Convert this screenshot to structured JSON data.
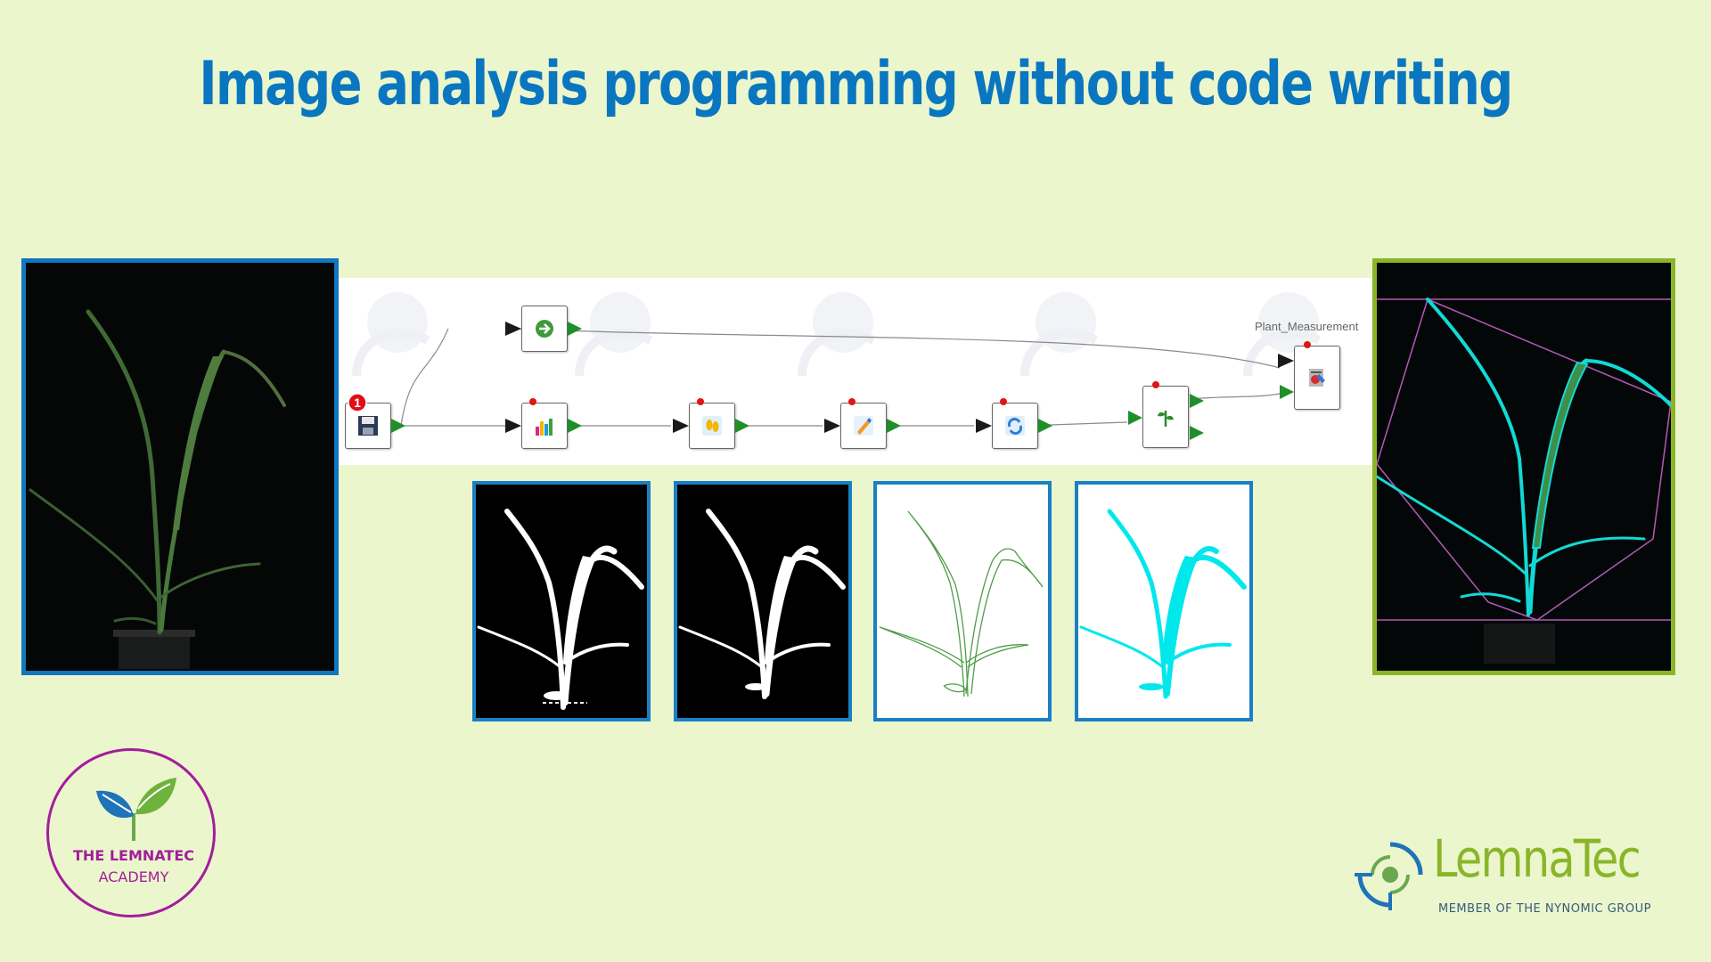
{
  "slide": {
    "title": "Image analysis programming without code writing"
  },
  "workflow": {
    "nodes": [
      {
        "id": "image-loader",
        "icon": "floppy-disk-icon",
        "badge": "1"
      },
      {
        "id": "router",
        "icon": "green-arrow-icon"
      },
      {
        "id": "color-classifier",
        "icon": "color-histogram-icon"
      },
      {
        "id": "blob-filter",
        "icon": "footprints-icon"
      },
      {
        "id": "pen-tool",
        "icon": "pen-icon"
      },
      {
        "id": "refine",
        "icon": "circular-arrows-icon"
      },
      {
        "id": "plant-split",
        "icon": "plant-icon"
      },
      {
        "id": "plant-measurement",
        "icon": "report-icon",
        "label": "Plant_Measurement"
      }
    ]
  },
  "logos": {
    "academy_line1": "THE LEMNATEC",
    "academy_line2": "ACADEMY",
    "brand_name": "LemnaTec",
    "brand_tagline": "MEMBER OF THE NYNOMIC GROUP"
  },
  "colors": {
    "background": "#ebf6cd",
    "title": "#0a76c0",
    "frame_blue": "#1177c0",
    "frame_green": "#8ab528",
    "academy_purple": "#a31d9b",
    "cyan_mask": "#00e8ec"
  }
}
